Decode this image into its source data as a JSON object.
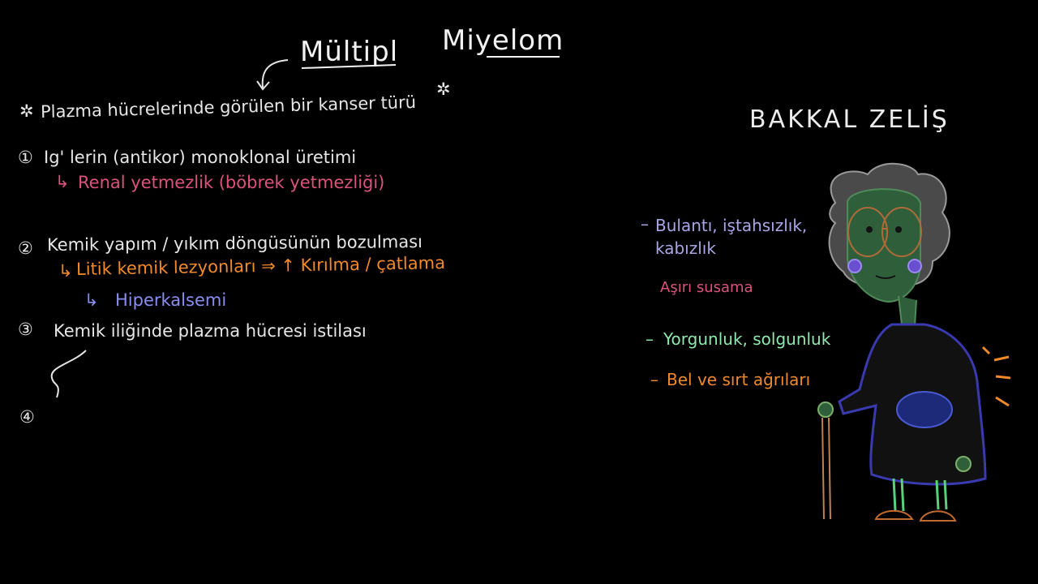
{
  "title": {
    "word1": "Mültipl",
    "word2": "Miyelom"
  },
  "definition": "Plazma hücrelerinde görülen bir kanser türü",
  "points": [
    {
      "number": "1",
      "text": "Ig' lerin (antikor) monoklonal üretimi",
      "sub": [
        "Renal yetmezlik (böbrek yetmezliği)"
      ]
    },
    {
      "number": "2",
      "text": "Kemik yapım / yıkım döngüsünün bozulması",
      "sub": [
        "Litik kemik lezyonları ⇒ ↑ Kırılma / çatlama",
        "Hiperkalsemi"
      ]
    },
    {
      "number": "3",
      "text": "Kemik iliğinde plazma hücresi istilası",
      "sub": []
    },
    {
      "number": "4",
      "text": "",
      "sub": []
    }
  ],
  "patient": {
    "name": "BAKKAL ZELİŞ",
    "symptoms": [
      {
        "text": "Bulantı, iştahsızlık, kabızlık",
        "color": "#a9a6e6"
      },
      {
        "text": "Aşırı susama",
        "color": "#d9537a"
      },
      {
        "text": "Yorgunluk, solgunluk",
        "color": "#8fe8b0"
      },
      {
        "text": "Bel ve sırt ağrıları",
        "color": "#f08a2a"
      }
    ]
  },
  "colors": {
    "background": "#000000",
    "white": "#e6e6e6",
    "pink": "#d9537a",
    "orange": "#f08a2a",
    "blue": "#8a8ef0",
    "green": "#8fe8b0",
    "skin": "#2f5f3a",
    "dress": "#3a3a9a"
  }
}
